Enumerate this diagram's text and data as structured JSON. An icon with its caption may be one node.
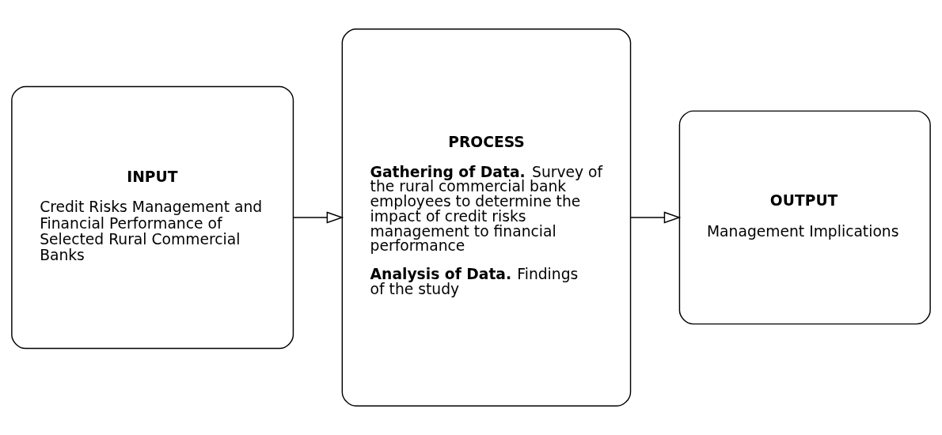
{
  "diagram": {
    "nodes": [
      {
        "text": [
          "INPUT",
          "Credit Risks Management and Financial Performance of Selected Rural Commercial Banks"
        ]
      },
      {
        "text": [
          "PROCESS",
          "**Gathering of Data.** Survey of the rural commercial bank employees to determine the impact of credit risks management to financial performance",
          "**Analysis of Data.** Findings of the study"
        ]
      },
      {
        "text": [
          "OUTPUT",
          "Management Implications"
        ]
      }
    ],
    "edges": [
      {
        "from": 0,
        "to": 1,
        "arrow": "to"
      },
      {
        "from": 1,
        "to": 2,
        "arrow": "to"
      }
    ]
  }
}
